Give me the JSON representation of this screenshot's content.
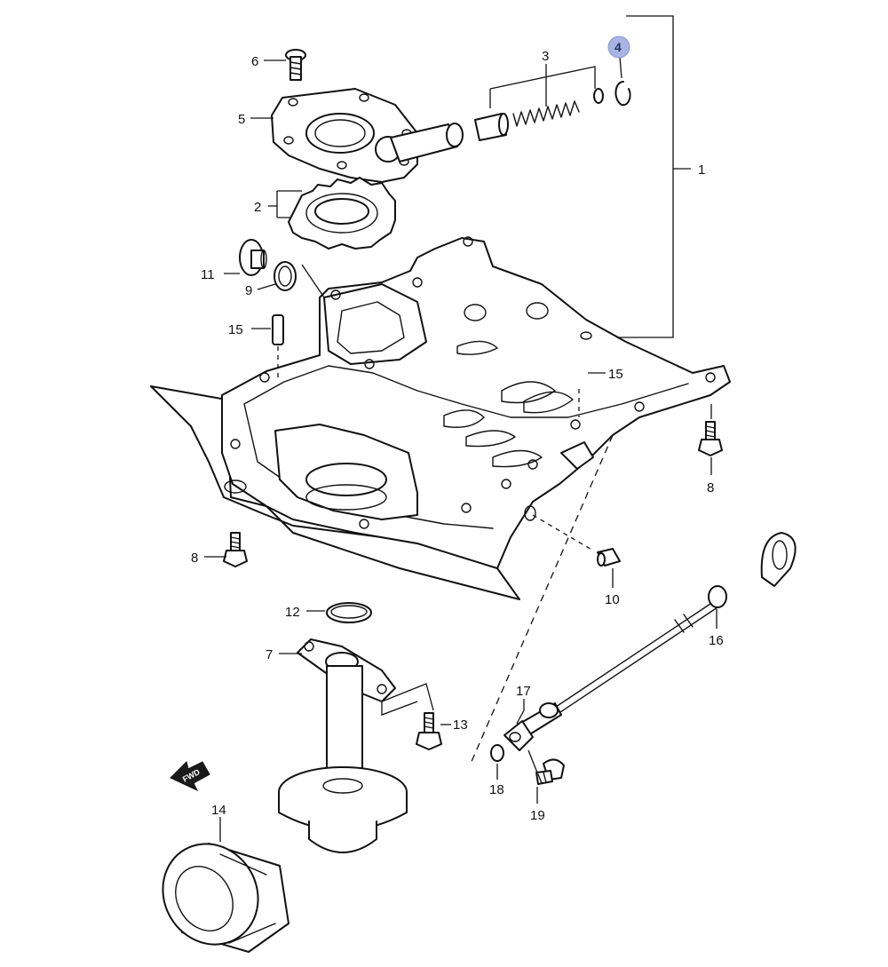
{
  "diagram": {
    "callouts": [
      "1",
      "2",
      "3",
      "4",
      "5",
      "6",
      "7",
      "8",
      "8",
      "9",
      "10",
      "11",
      "12",
      "13",
      "14",
      "15",
      "15",
      "16",
      "17",
      "18",
      "19"
    ],
    "highlighted_callout": "4",
    "fwd_badge": "FWD",
    "highlight_color": "#a9b4e4",
    "line_color": "#111111"
  }
}
